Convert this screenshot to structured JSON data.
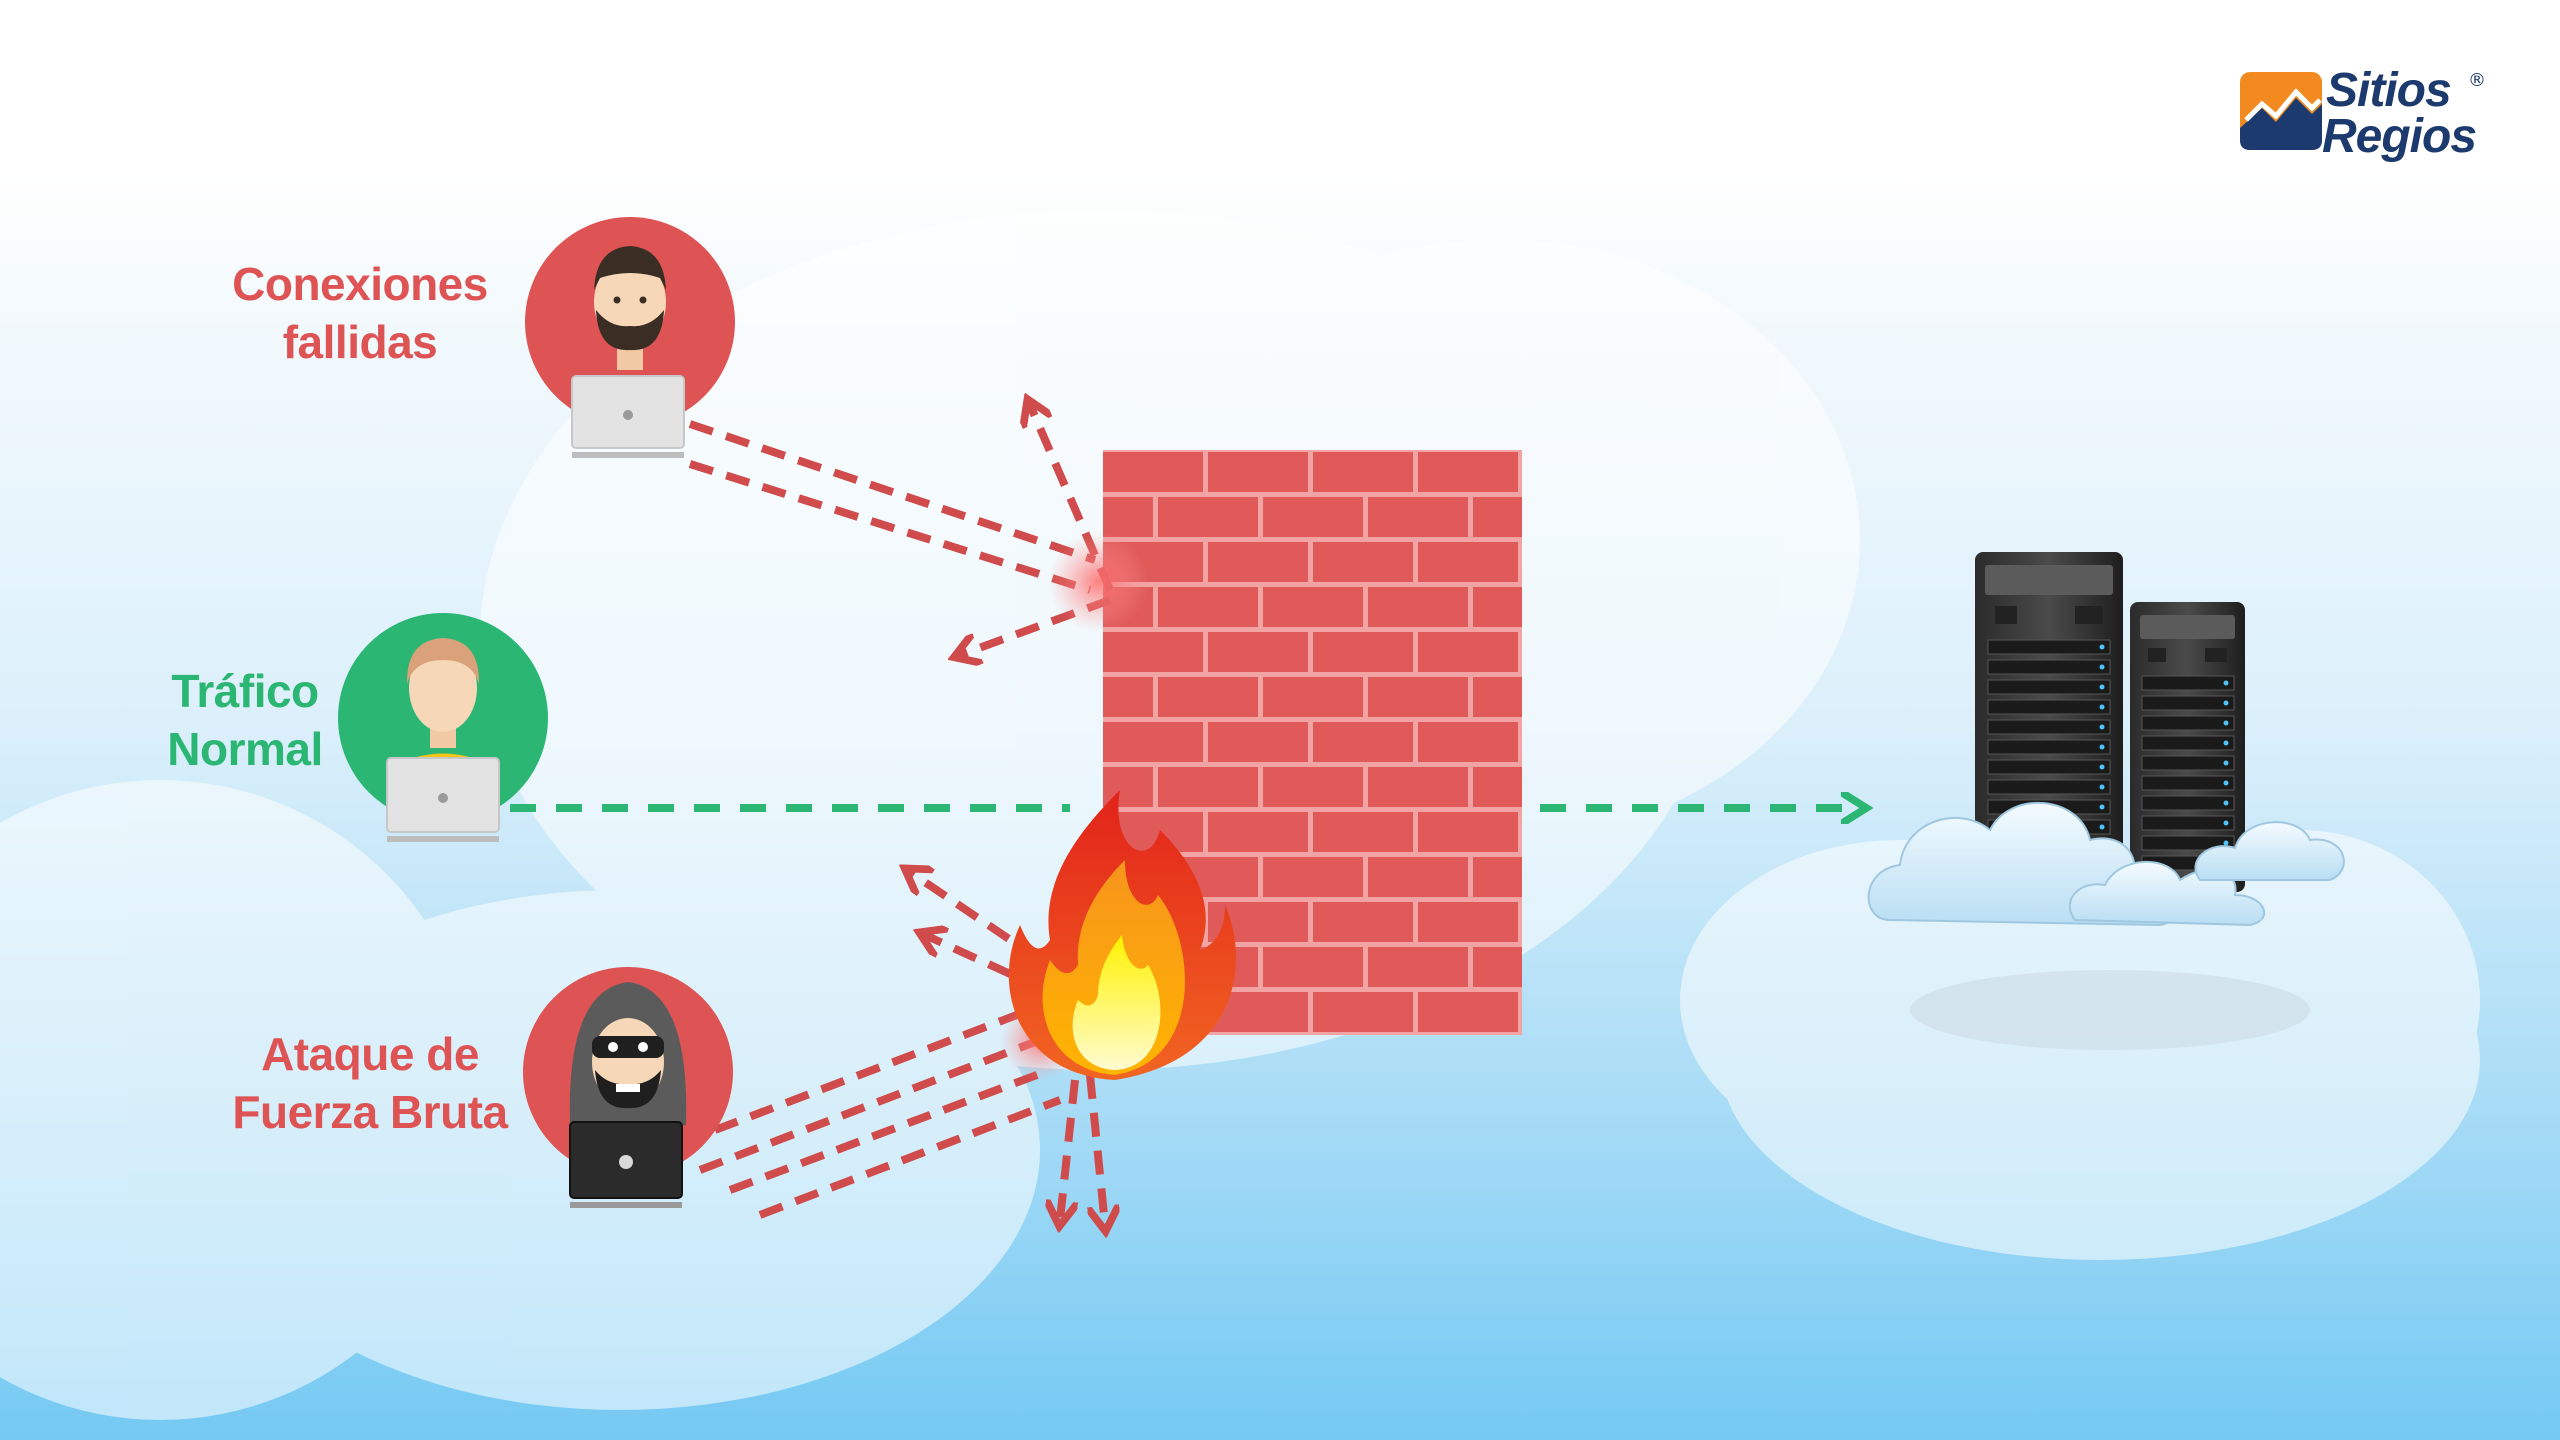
{
  "brand": {
    "name_line1": "Sitios",
    "name_line2": "Regios",
    "registered_mark": "®"
  },
  "labels": {
    "failed_connections": [
      "Conexiones",
      "fallidas"
    ],
    "normal_traffic": [
      "Tráfico",
      "Normal"
    ],
    "brute_force": [
      "Ataque de",
      "Fuerza Bruta"
    ]
  },
  "colors": {
    "red": "#de5454",
    "green": "#2bb673",
    "brick": "#e05a5a",
    "mortar": "#f2a3a3",
    "brand_blue": "#1d3a6e",
    "brand_orange": "#f28a20"
  },
  "icons": [
    "user-bearded-icon",
    "user-normal-icon",
    "hacker-icon",
    "laptop-icon",
    "firewall-icon",
    "fire-icon",
    "server-icon",
    "cloud-icon"
  ]
}
